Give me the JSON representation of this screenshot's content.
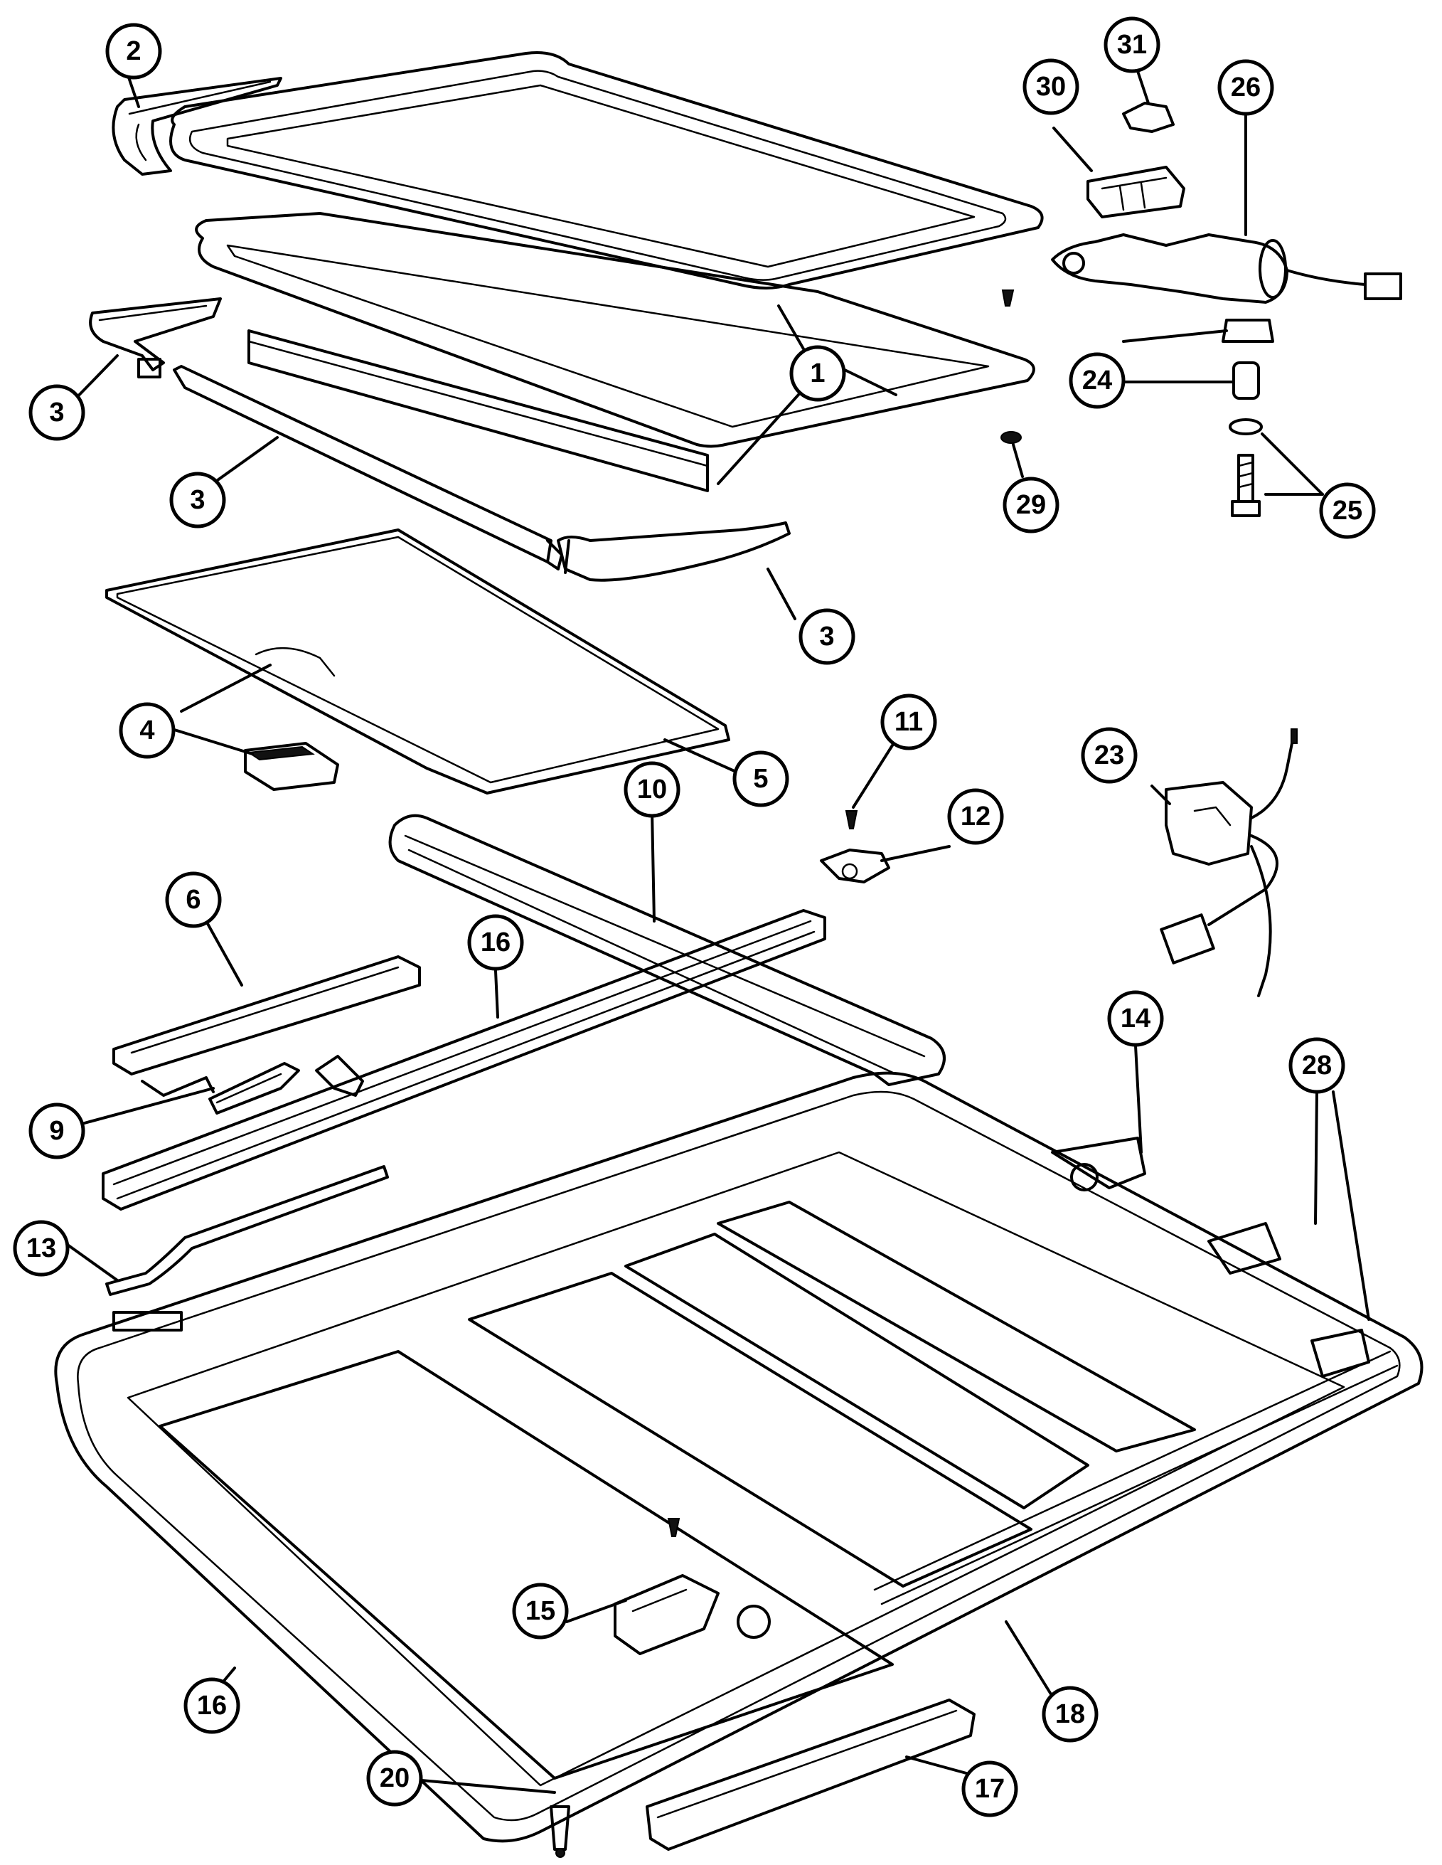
{
  "diagram": {
    "callouts": [
      {
        "id": "c1",
        "label": "1"
      },
      {
        "id": "c2",
        "label": "2"
      },
      {
        "id": "c3a",
        "label": "3"
      },
      {
        "id": "c3b",
        "label": "3"
      },
      {
        "id": "c3c",
        "label": "3"
      },
      {
        "id": "c4",
        "label": "4"
      },
      {
        "id": "c5",
        "label": "5"
      },
      {
        "id": "c6",
        "label": "6"
      },
      {
        "id": "c9",
        "label": "9"
      },
      {
        "id": "c10",
        "label": "10"
      },
      {
        "id": "c11",
        "label": "11"
      },
      {
        "id": "c12",
        "label": "12"
      },
      {
        "id": "c13",
        "label": "13"
      },
      {
        "id": "c14",
        "label": "14"
      },
      {
        "id": "c15",
        "label": "15"
      },
      {
        "id": "c16a",
        "label": "16"
      },
      {
        "id": "c16b",
        "label": "16"
      },
      {
        "id": "c17",
        "label": "17"
      },
      {
        "id": "c18",
        "label": "18"
      },
      {
        "id": "c20",
        "label": "20"
      },
      {
        "id": "c23",
        "label": "23"
      },
      {
        "id": "c24",
        "label": "24"
      },
      {
        "id": "c25",
        "label": "25"
      },
      {
        "id": "c26",
        "label": "26"
      },
      {
        "id": "c28",
        "label": "28"
      },
      {
        "id": "c29",
        "label": "29"
      },
      {
        "id": "c30",
        "label": "30"
      },
      {
        "id": "c31",
        "label": "31"
      }
    ]
  }
}
